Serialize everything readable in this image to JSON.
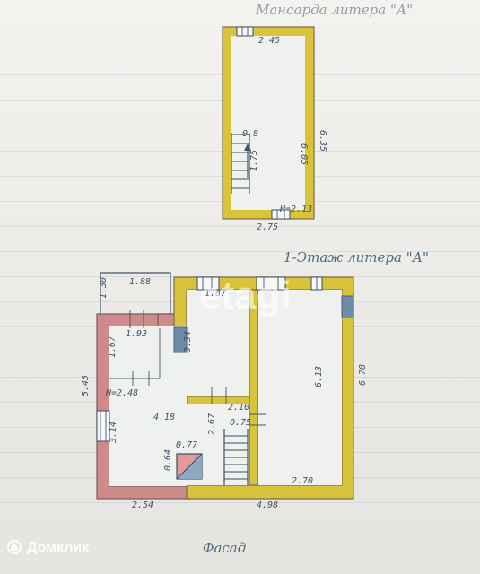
{
  "titles": {
    "top": "Мансарда литера \"А\"",
    "first_floor": "1-Этаж литера \"А\"",
    "facade": "Фасад"
  },
  "watermark": "etagi",
  "brand": {
    "name": "Домклик"
  },
  "top_plan": {
    "dimensions": {
      "top_width": "2.45",
      "bottom_width": "2.75",
      "inner_height": "6.05",
      "outer_height": "6.35",
      "stair_width": "0.8",
      "stair_length": "1.75",
      "height_label": "H=2.13"
    }
  },
  "first_floor": {
    "dimensions": {
      "porch_top": "1.88",
      "porch_side": "1.30",
      "small_room_top": "1.93",
      "small_room_left": "1.67",
      "height_label": "H=2.48",
      "left_room_height": "3.14",
      "left_room_width": "4.18",
      "overall_left": "5.45",
      "middle_room_top": "1.87",
      "middle_room_side": "3.34",
      "middle_room_bottom": "2.10",
      "stairs_width": "0.75",
      "stairs_length": "2.67",
      "box_width": "0.77",
      "box_height": "0.64",
      "right_room_height": "6.13",
      "right_room_outer": "6.78",
      "right_room_bottom": "2.70",
      "bottom_left": "2.54",
      "bottom_right": "4.98"
    }
  },
  "colors": {
    "yellow_wall": "#d8c33a",
    "pink_wall": "#cf8b8b",
    "ink": "#40556a",
    "paper": "#ecebe7"
  }
}
